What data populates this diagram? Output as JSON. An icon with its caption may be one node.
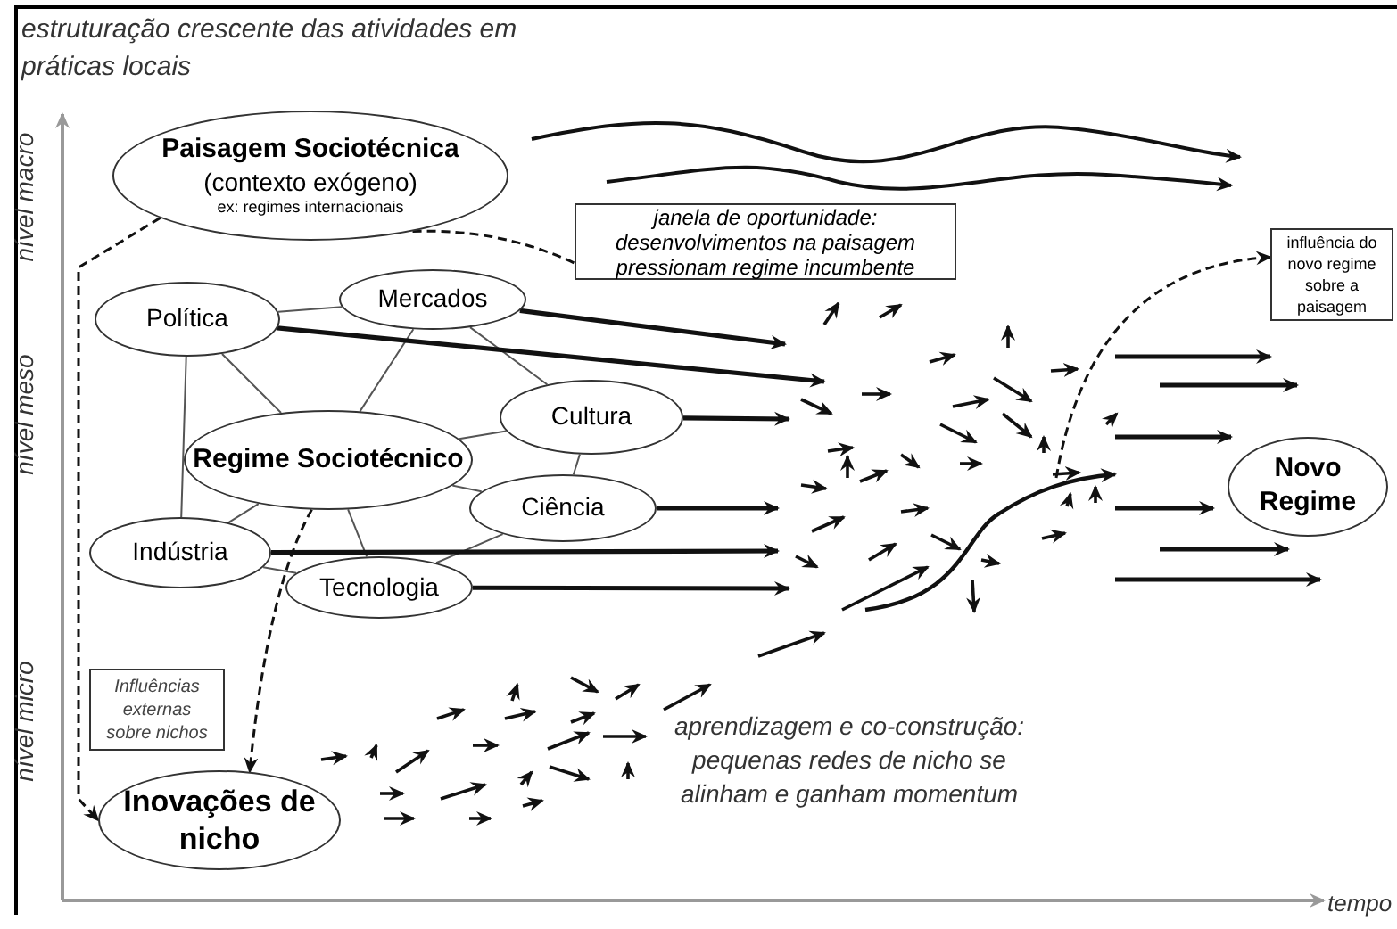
{
  "diagram": {
    "nodes": [
      {
        "text": [
          "Paisagem Sociotécnica",
          "(contexto exógeno)",
          "ex: regimes internacionais"
        ]
      },
      {
        "text": [
          "janela de oportunidade: desenvolvimentos na paisagem pressionam regime incumbente"
        ]
      },
      {
        "text": [
          "influência do novo regime sobre a paisagem"
        ]
      },
      {
        "text": [
          "Política"
        ]
      },
      {
        "text": [
          "Mercados"
        ]
      },
      {
        "text": [
          "Cultura"
        ]
      },
      {
        "text": [
          "Regime Sociotécnico"
        ]
      },
      {
        "text": [
          "Ciência"
        ]
      },
      {
        "text": [
          "Indústria"
        ]
      },
      {
        "text": [
          "Tecnologia"
        ]
      },
      {
        "text": [
          "Novo Regime"
        ]
      },
      {
        "text": [
          "Influências externas sobre nichos"
        ]
      },
      {
        "text": [
          "Inovações de nicho"
        ]
      }
    ],
    "edges": [
      {
        "from": 0,
        "to": 1,
        "arrow": "none",
        "style": "dashed"
      },
      {
        "from": 0,
        "to": 12,
        "arrow": "to",
        "style": "dashed"
      },
      {
        "from": 6,
        "to": 12,
        "arrow": "to",
        "style": "dashed"
      },
      {
        "from": null,
        "to": 2,
        "arrow": "to",
        "style": "dashed"
      },
      {
        "from": 3,
        "to": 4,
        "arrow": "none"
      },
      {
        "from": 3,
        "to": 8,
        "arrow": "none"
      },
      {
        "from": 3,
        "to": 6,
        "arrow": "none"
      },
      {
        "from": 4,
        "to": 6,
        "arrow": "none"
      },
      {
        "from": 4,
        "to": 5,
        "arrow": "none"
      },
      {
        "from": 5,
        "to": 6,
        "arrow": "none"
      },
      {
        "from": 5,
        "to": 7,
        "arrow": "none"
      },
      {
        "from": 6,
        "to": 7,
        "arrow": "none"
      },
      {
        "from": 6,
        "to": 8,
        "arrow": "none"
      },
      {
        "from": 6,
        "to": 9,
        "arrow": "none"
      },
      {
        "from": 8,
        "to": 9,
        "arrow": "none"
      },
      {
        "from": 9,
        "to": 7,
        "arrow": "none"
      },
      {
        "from": 3,
        "to": null,
        "arrow": "to",
        "style": "thick"
      },
      {
        "from": 4,
        "to": null,
        "arrow": "to",
        "style": "thick"
      },
      {
        "from": 5,
        "to": null,
        "arrow": "to",
        "style": "thick"
      },
      {
        "from": 7,
        "to": null,
        "arrow": "to",
        "style": "thick"
      },
      {
        "from": 8,
        "to": null,
        "arrow": "to",
        "style": "thick"
      },
      {
        "from": 9,
        "to": null,
        "arrow": "to",
        "style": "thick"
      }
    ],
    "labels": [
      "estruturação crescente das atividades em práticas locais",
      "nível macro",
      "nível meso",
      "nível micro",
      "aprendizagem e co-construção: pequenas redes de nicho se alinham e ganham momentum",
      "tempo"
    ]
  }
}
